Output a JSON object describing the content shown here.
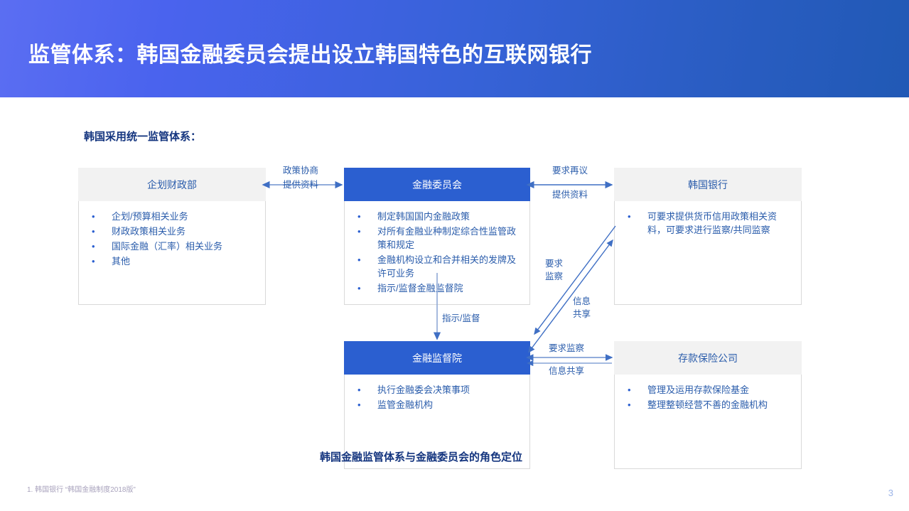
{
  "header": {
    "title": "监管体系：韩国金融委员会提出设立韩国特色的互联网银行",
    "gradient_start": "#5b6ef2",
    "gradient_end": "#2159b5"
  },
  "section": {
    "subtitle": "韩国采用统一监管体系："
  },
  "colors": {
    "accent_blue": "#2b5fd0",
    "text_blue": "#2a5cab",
    "heading_navy": "#14357f",
    "node_gray": "#f2f2f2"
  },
  "nodes": [
    {
      "id": "mosf",
      "title": "企划财政部",
      "style": "gray",
      "bullets": [
        "企划/预算相关业务",
        "财政政策相关业务",
        "国际金融（汇率）相关业务",
        "其他"
      ]
    },
    {
      "id": "fsc",
      "title": "金融委员会",
      "style": "blue",
      "bullets": [
        "制定韩国国内金融政策",
        "对所有金融业种制定综合性监管政策和规定",
        "金融机构设立和合并相关的发牌及许可业务",
        "指示/监督金融监督院"
      ]
    },
    {
      "id": "bok",
      "title": "韩国银行",
      "style": "gray",
      "bullets": [
        "可要求提供货币信用政策相关资料，可要求进行监察/共同监察"
      ]
    },
    {
      "id": "fss",
      "title": "金融监督院",
      "style": "blue",
      "bullets": [
        "执行金融委会决策事项",
        "监管金融机构"
      ]
    },
    {
      "id": "kdic",
      "title": "存款保险公司",
      "style": "gray",
      "bullets": [
        "管理及运用存款保险基金",
        "整理整顿经营不善的金融机构"
      ]
    }
  ],
  "connectors": {
    "mosf_fsc_top": "政策协商",
    "mosf_fsc_bottom": "提供资料",
    "fsc_bok_top": "要求再议",
    "fsc_bok_bottom": "提供资料",
    "fsc_fss": "指示/监督",
    "diagonal_left": "要求\n监察",
    "diagonal_left_line1": "要求",
    "diagonal_left_line2": "监察",
    "diagonal_right_line1": "信息",
    "diagonal_right_line2": "共享",
    "fss_kdic_top": "要求监察",
    "fss_kdic_bottom": "信息共享"
  },
  "caption": "韩国金融监管体系与金融委员会的角色定位",
  "footnote": "1. 韩国银行 “韩国金融制度2018版”",
  "page_number": "3"
}
